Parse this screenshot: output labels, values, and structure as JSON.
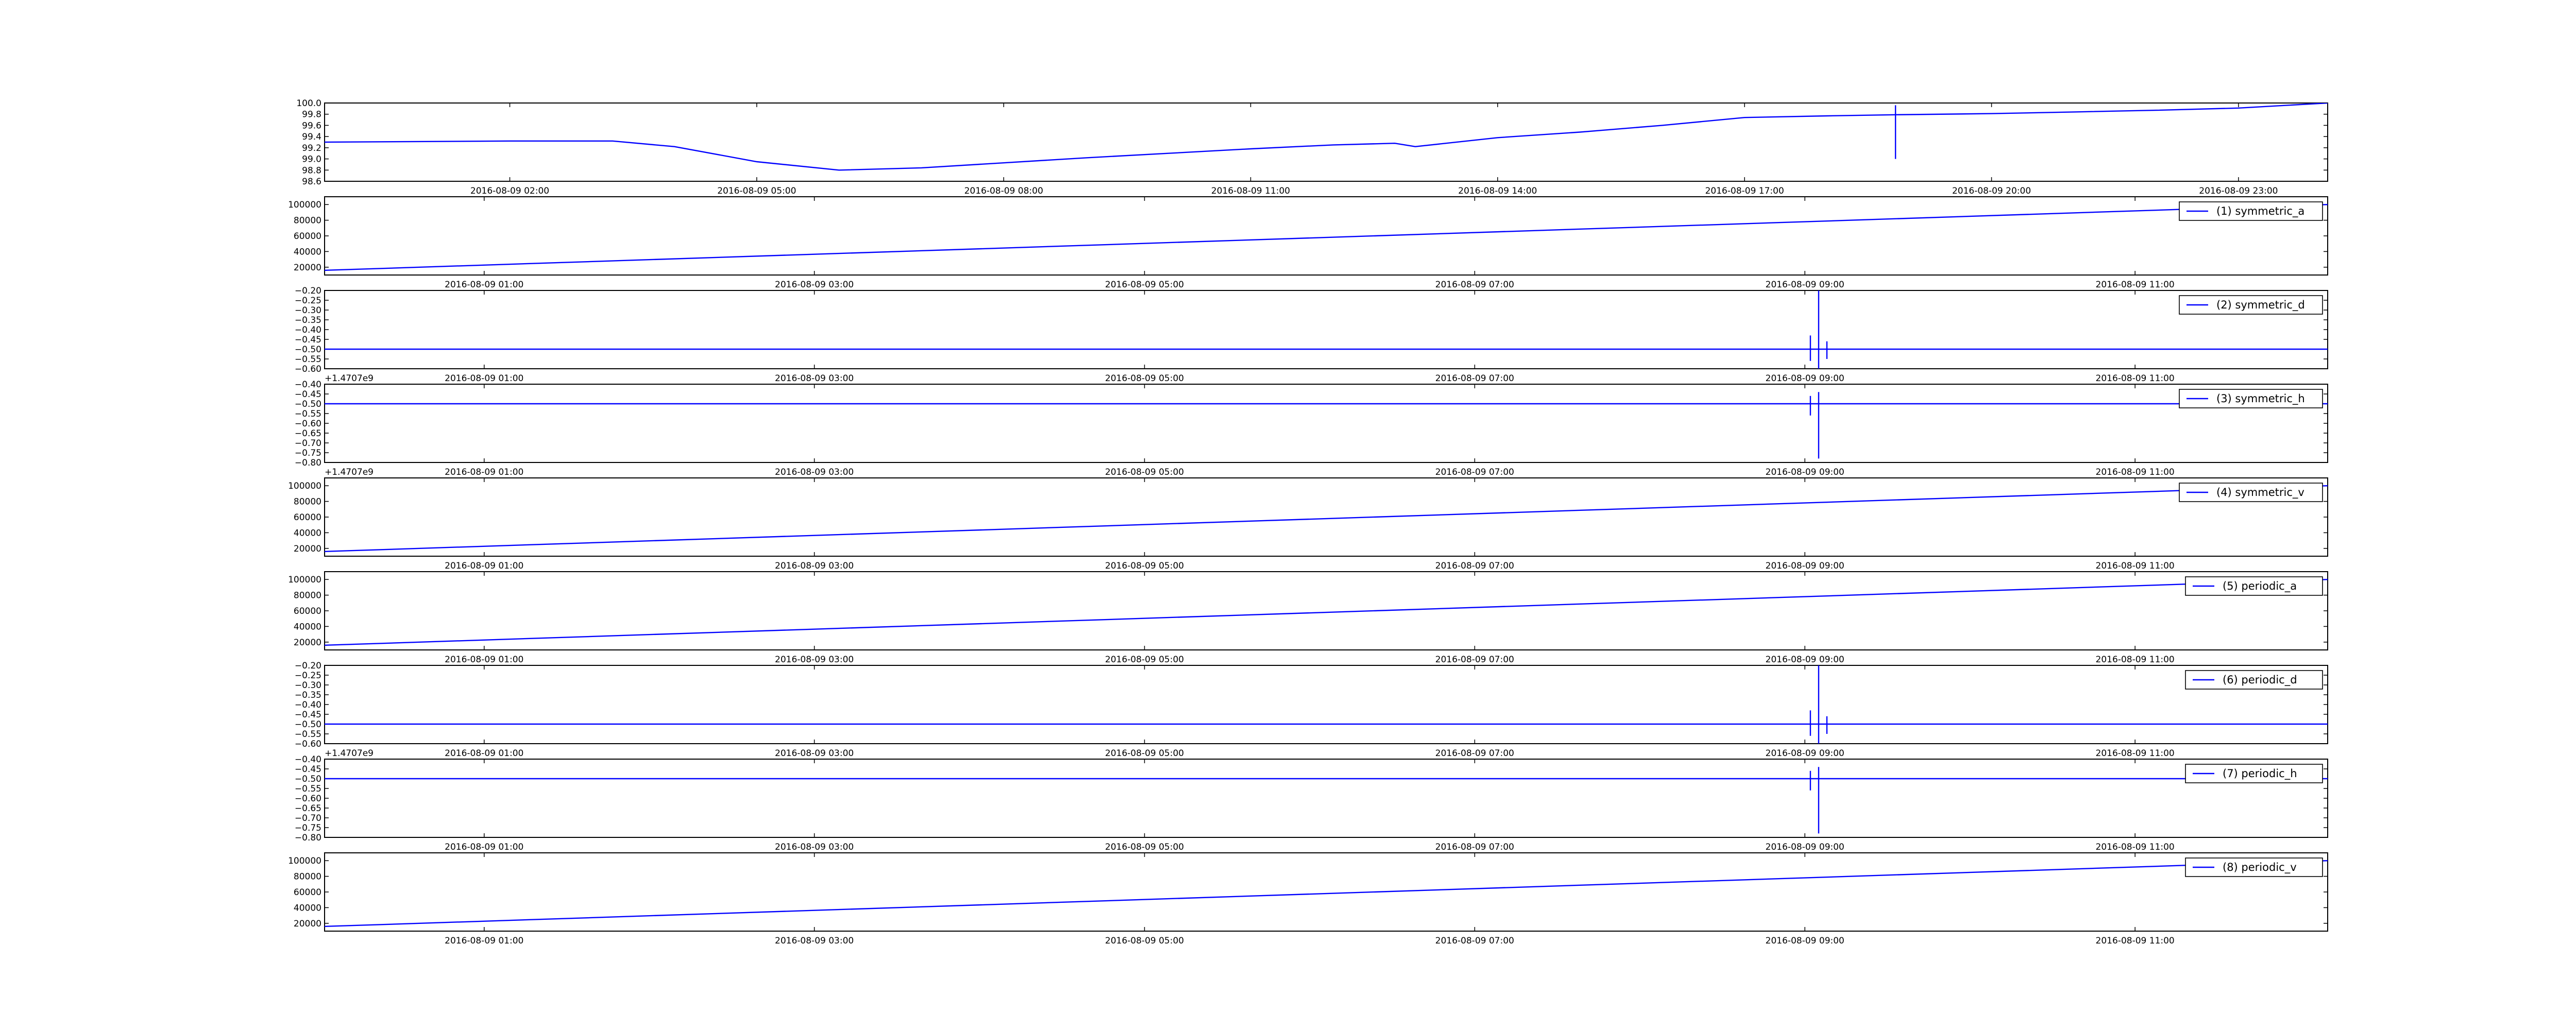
{
  "chart_data": [
    {
      "type": "line",
      "x_ticks": [
        "2016-08-09 02:00",
        "2016-08-09 05:00",
        "2016-08-09 08:00",
        "2016-08-09 11:00",
        "2016-08-09 14:00",
        "2016-08-09 17:00",
        "2016-08-09 20:00",
        "2016-08-09 23:00"
      ],
      "x_range": [
        "2016-08-08 23:45",
        "2016-08-10 00:05"
      ],
      "y_ticks": [
        "100.0",
        "99.8",
        "99.6",
        "99.4",
        "99.2",
        "99.0",
        "98.8",
        "98.6"
      ],
      "ylim": [
        98.6,
        100.0
      ],
      "offset_text": "",
      "legend": "",
      "color": "#0000ff",
      "series": [
        {
          "x": [
            "2016-08-08 23:45",
            "2016-08-09 02:00",
            "2016-08-09 03:15",
            "2016-08-09 04:00",
            "2016-08-09 05:00",
            "2016-08-09 06:00",
            "2016-08-09 07:00",
            "2016-08-09 08:00",
            "2016-08-09 09:00",
            "2016-08-09 10:00",
            "2016-08-09 11:00",
            "2016-08-09 12:00",
            "2016-08-09 12:45",
            "2016-08-09 13:00",
            "2016-08-09 14:00",
            "2016-08-09 15:00",
            "2016-08-09 16:00",
            "2016-08-09 17:00",
            "2016-08-09 18:00",
            "2016-08-09 18:50",
            "2016-08-09 20:00",
            "2016-08-09 21:00",
            "2016-08-09 22:00",
            "2016-08-09 23:00",
            "2016-08-10 00:05"
          ],
          "y": [
            99.3,
            99.32,
            99.32,
            99.22,
            98.95,
            98.8,
            98.84,
            98.93,
            99.02,
            99.1,
            99.18,
            99.25,
            99.28,
            99.22,
            99.38,
            99.48,
            99.6,
            99.74,
            99.77,
            99.79,
            99.81,
            99.84,
            99.87,
            99.91,
            100.0
          ]
        }
      ],
      "spikes": [
        {
          "x": "2016-08-09 18:50",
          "min": 99.0,
          "max": 99.96
        }
      ]
    },
    {
      "type": "line",
      "x_ticks": [
        "2016-08-09 01:00",
        "2016-08-09 03:00",
        "2016-08-09 05:00",
        "2016-08-09 07:00",
        "2016-08-09 09:00",
        "2016-08-09 11:00"
      ],
      "x_range": [
        "2016-08-09 00:02",
        "2016-08-09 12:10"
      ],
      "y_ticks": [
        "100000",
        "80000",
        "60000",
        "40000",
        "20000"
      ],
      "ylim": [
        10000,
        110000
      ],
      "offset_text": "",
      "legend": "(1) symmetric_a",
      "color": "#0000ff",
      "series": [
        {
          "x": [
            "2016-08-09 00:02",
            "2016-08-09 12:10"
          ],
          "y": [
            16000,
            100000
          ]
        }
      ],
      "spikes": []
    },
    {
      "type": "line",
      "x_ticks": [
        "2016-08-09 01:00",
        "2016-08-09 03:00",
        "2016-08-09 05:00",
        "2016-08-09 07:00",
        "2016-08-09 09:00",
        "2016-08-09 11:00"
      ],
      "x_range": [
        "2016-08-09 00:02",
        "2016-08-09 12:10"
      ],
      "y_ticks": [
        "−0.20",
        "−0.25",
        "−0.30",
        "−0.35",
        "−0.40",
        "−0.45",
        "−0.50",
        "−0.55",
        "−0.60"
      ],
      "ylim": [
        -0.6,
        -0.2
      ],
      "offset_text": "",
      "legend": "(2) symmetric_d",
      "color": "#0000ff",
      "series": [
        {
          "x": [
            "2016-08-09 00:02",
            "2016-08-09 12:10"
          ],
          "y": [
            -0.5,
            -0.5
          ]
        }
      ],
      "spikes": [
        {
          "x": "2016-08-09 09:05",
          "min": -0.6,
          "max": -0.2
        },
        {
          "x": "2016-08-09 09:02",
          "min": -0.56,
          "max": -0.43
        },
        {
          "x": "2016-08-09 09:08",
          "min": -0.55,
          "max": -0.46
        }
      ]
    },
    {
      "type": "line",
      "x_ticks": [
        "2016-08-09 01:00",
        "2016-08-09 03:00",
        "2016-08-09 05:00",
        "2016-08-09 07:00",
        "2016-08-09 09:00",
        "2016-08-09 11:00"
      ],
      "x_range": [
        "2016-08-09 00:02",
        "2016-08-09 12:10"
      ],
      "y_ticks": [
        "−0.40",
        "−0.45",
        "−0.50",
        "−0.55",
        "−0.60",
        "−0.65",
        "−0.70",
        "−0.75",
        "−0.80"
      ],
      "ylim": [
        -0.8,
        -0.4
      ],
      "offset_text": "+1.4707e9",
      "legend": "(3) symmetric_h",
      "color": "#0000ff",
      "series": [
        {
          "x": [
            "2016-08-09 00:02",
            "2016-08-09 12:10"
          ],
          "y": [
            -0.5,
            -0.5
          ]
        }
      ],
      "spikes": [
        {
          "x": "2016-08-09 09:05",
          "min": -0.78,
          "max": -0.44
        },
        {
          "x": "2016-08-09 09:02",
          "min": -0.56,
          "max": -0.46
        }
      ]
    },
    {
      "type": "line",
      "x_ticks": [
        "2016-08-09 01:00",
        "2016-08-09 03:00",
        "2016-08-09 05:00",
        "2016-08-09 07:00",
        "2016-08-09 09:00",
        "2016-08-09 11:00"
      ],
      "x_range": [
        "2016-08-09 00:02",
        "2016-08-09 12:10"
      ],
      "y_ticks": [
        "100000",
        "80000",
        "60000",
        "40000",
        "20000"
      ],
      "ylim": [
        10000,
        110000
      ],
      "offset_text": "+1.4707e9",
      "legend": "(4) symmetric_v",
      "color": "#0000ff",
      "series": [
        {
          "x": [
            "2016-08-09 00:02",
            "2016-08-09 12:10"
          ],
          "y": [
            16000,
            100000
          ]
        }
      ],
      "spikes": []
    },
    {
      "type": "line",
      "x_ticks": [
        "2016-08-09 01:00",
        "2016-08-09 03:00",
        "2016-08-09 05:00",
        "2016-08-09 07:00",
        "2016-08-09 09:00",
        "2016-08-09 11:00"
      ],
      "x_range": [
        "2016-08-09 00:02",
        "2016-08-09 12:10"
      ],
      "y_ticks": [
        "100000",
        "80000",
        "60000",
        "40000",
        "20000"
      ],
      "ylim": [
        10000,
        110000
      ],
      "offset_text": "",
      "legend": "(5) periodic_a",
      "color": "#0000ff",
      "series": [
        {
          "x": [
            "2016-08-09 00:02",
            "2016-08-09 12:10"
          ],
          "y": [
            16000,
            100000
          ]
        }
      ],
      "spikes": []
    },
    {
      "type": "line",
      "x_ticks": [
        "2016-08-09 01:00",
        "2016-08-09 03:00",
        "2016-08-09 05:00",
        "2016-08-09 07:00",
        "2016-08-09 09:00",
        "2016-08-09 11:00"
      ],
      "x_range": [
        "2016-08-09 00:02",
        "2016-08-09 12:10"
      ],
      "y_ticks": [
        "−0.20",
        "−0.25",
        "−0.30",
        "−0.35",
        "−0.40",
        "−0.45",
        "−0.50",
        "−0.55",
        "−0.60"
      ],
      "ylim": [
        -0.6,
        -0.2
      ],
      "offset_text": "",
      "legend": "(6) periodic_d",
      "color": "#0000ff",
      "series": [
        {
          "x": [
            "2016-08-09 00:02",
            "2016-08-09 12:10"
          ],
          "y": [
            -0.5,
            -0.5
          ]
        }
      ],
      "spikes": [
        {
          "x": "2016-08-09 09:05",
          "min": -0.6,
          "max": -0.2
        },
        {
          "x": "2016-08-09 09:02",
          "min": -0.56,
          "max": -0.43
        },
        {
          "x": "2016-08-09 09:08",
          "min": -0.55,
          "max": -0.46
        }
      ]
    },
    {
      "type": "line",
      "x_ticks": [
        "2016-08-09 01:00",
        "2016-08-09 03:00",
        "2016-08-09 05:00",
        "2016-08-09 07:00",
        "2016-08-09 09:00",
        "2016-08-09 11:00"
      ],
      "x_range": [
        "2016-08-09 00:02",
        "2016-08-09 12:10"
      ],
      "y_ticks": [
        "−0.40",
        "−0.45",
        "−0.50",
        "−0.55",
        "−0.60",
        "−0.65",
        "−0.70",
        "−0.75",
        "−0.80"
      ],
      "ylim": [
        -0.8,
        -0.4
      ],
      "offset_text": "+1.4707e9",
      "legend": "(7) periodic_h",
      "color": "#0000ff",
      "series": [
        {
          "x": [
            "2016-08-09 00:02",
            "2016-08-09 12:10"
          ],
          "y": [
            -0.5,
            -0.5
          ]
        }
      ],
      "spikes": [
        {
          "x": "2016-08-09 09:05",
          "min": -0.78,
          "max": -0.44
        },
        {
          "x": "2016-08-09 09:02",
          "min": -0.56,
          "max": -0.46
        }
      ]
    },
    {
      "type": "line",
      "x_ticks": [
        "2016-08-09 01:00",
        "2016-08-09 03:00",
        "2016-08-09 05:00",
        "2016-08-09 07:00",
        "2016-08-09 09:00",
        "2016-08-09 11:00"
      ],
      "x_range": [
        "2016-08-09 00:02",
        "2016-08-09 12:10"
      ],
      "y_ticks": [
        "100000",
        "80000",
        "60000",
        "40000",
        "20000"
      ],
      "ylim": [
        10000,
        110000
      ],
      "offset_text": "",
      "legend": "(8) periodic_v",
      "color": "#0000ff",
      "series": [
        {
          "x": [
            "2016-08-09 00:02",
            "2016-08-09 12:10"
          ],
          "y": [
            16000,
            100000
          ]
        }
      ],
      "spikes": []
    }
  ]
}
